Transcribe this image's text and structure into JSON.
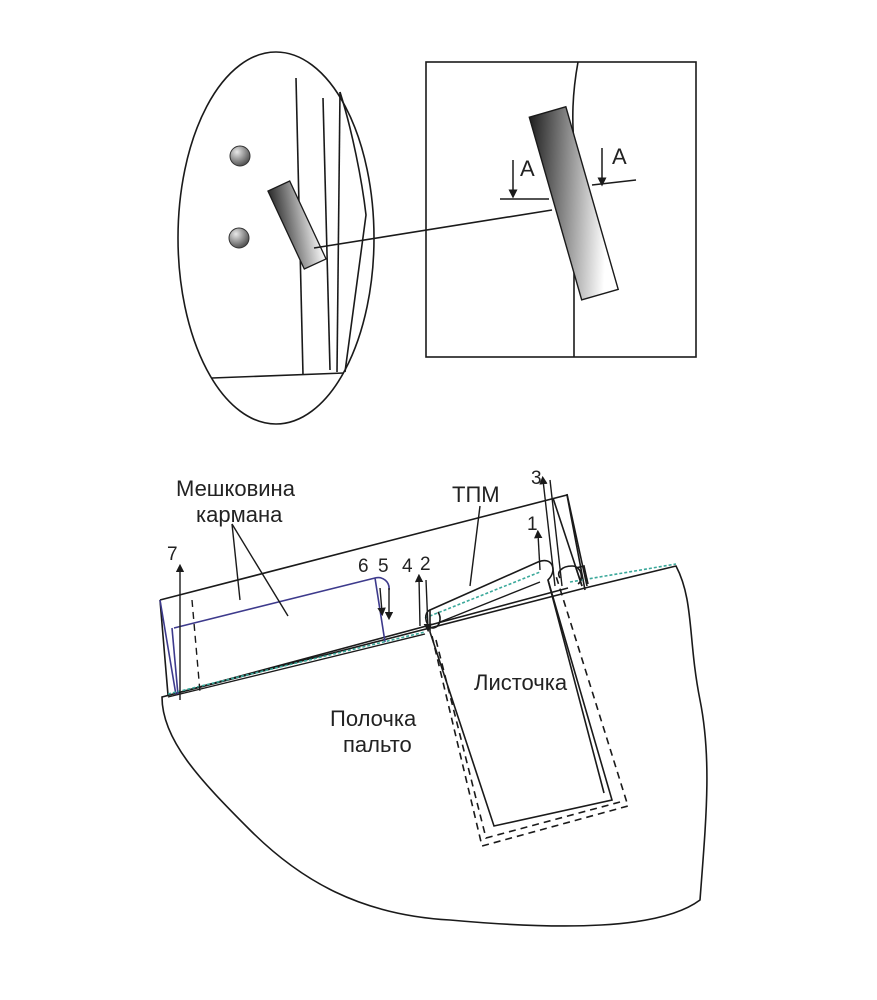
{
  "labels": {
    "section_mark": "А",
    "pocket_bag": "Мешковина кармана",
    "pocket_bag_line1": "Мешковина",
    "pocket_bag_line2": "кармана",
    "tpm": "ТПМ",
    "welt": "Листочка",
    "front_line1": "Полочка",
    "front_line2": "пальто",
    "stitch_1": "1",
    "stitch_2": "2",
    "stitch_3": "3",
    "stitch_4": "4",
    "stitch_5": "5",
    "stitch_6": "6",
    "stitch_7": "7"
  },
  "colors": {
    "line": "#1a1a1a",
    "stitch_teal": "#3aa89a",
    "bag_outline": "#3d3a8c",
    "gradient_dark": "#2b2b2b",
    "gradient_light": "#ffffff"
  }
}
